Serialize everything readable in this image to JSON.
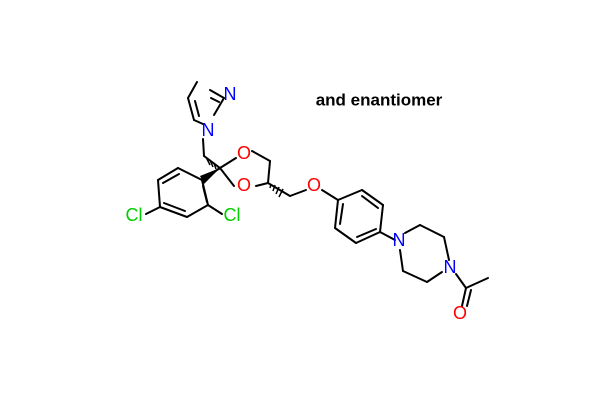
{
  "caption": "and enantiomer",
  "atoms": {
    "n_imidazole_top": "N",
    "n_imidazole_bottom": "N",
    "o_dioxolane_top": "O",
    "o_dioxolane_bottom": "O",
    "o_ether": "O",
    "n_piperazine_top": "N",
    "n_piperazine_bottom": "N",
    "o_carbonyl": "O",
    "cl_left": "Cl",
    "cl_right": "Cl"
  },
  "colors": {
    "bond": "#000000",
    "nitrogen": "#0000ff",
    "oxygen": "#ff0000",
    "chlorine": "#00cc00",
    "text": "#000000"
  }
}
